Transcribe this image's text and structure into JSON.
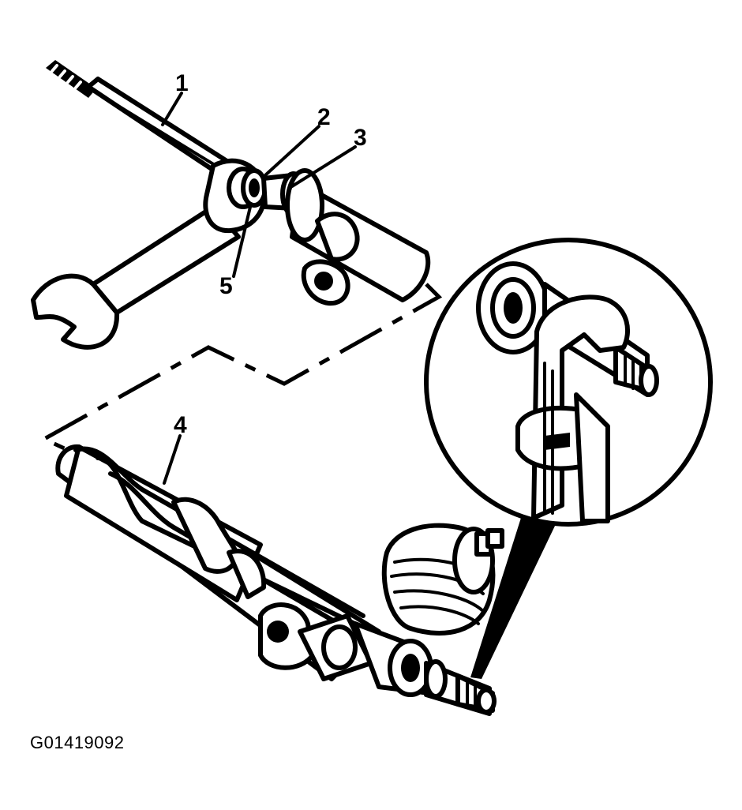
{
  "callouts": [
    {
      "id": "1",
      "label": "1"
    },
    {
      "id": "2",
      "label": "2"
    },
    {
      "id": "3",
      "label": "3"
    },
    {
      "id": "4",
      "label": "4"
    },
    {
      "id": "5",
      "label": "5"
    }
  ],
  "figure_id": "G01419092",
  "colors": {
    "ink": "#000000",
    "paper": "#ffffff"
  }
}
